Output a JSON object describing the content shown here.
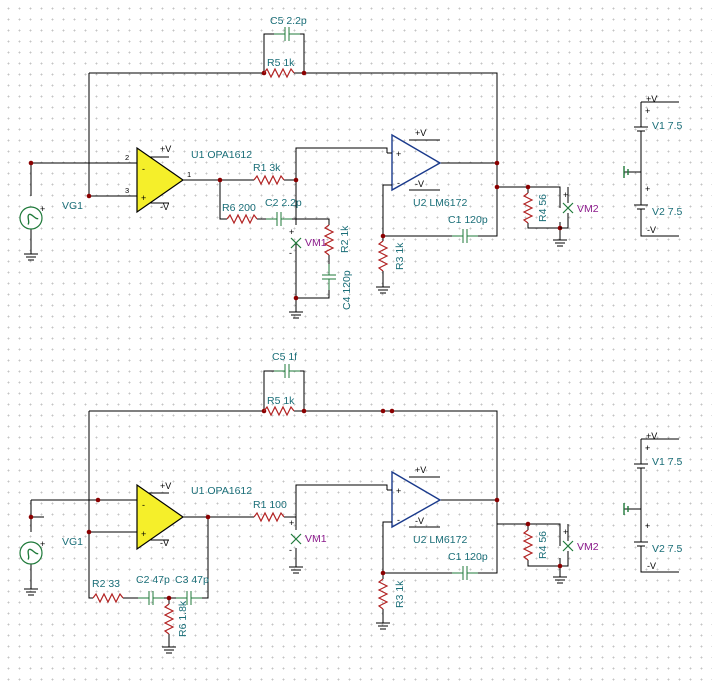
{
  "colors": {
    "wire": "#000000",
    "resistor": "#b22222",
    "capacitor": "#1f7a3a",
    "opamp_u1_fill": "#f5ef2a",
    "opamp_u2_outline": "#1a3a8c",
    "component_label": "#1a6e78",
    "meter_label": "#8b1a8b",
    "junction": "#8b0000"
  },
  "top": {
    "c5": "C5 2.2p",
    "r5": "R5 1k",
    "u1": "U1 OPA1612",
    "r1": "R1 3k",
    "r6": "R6 200",
    "c2": "C2 2.2p",
    "vm1": "VM1",
    "r2": "R2 1k",
    "c4": "C4 120p",
    "vg1": "VG1",
    "u2": "U2 LM6172",
    "c1": "C1 120p",
    "r3": "R3 1k",
    "r4": "R4 56",
    "vm2": "VM2",
    "v1": "V1 7.5",
    "v2": "V2 7.5"
  },
  "bottom": {
    "c5": "C5 1f",
    "r5": "R5 1k",
    "u1": "U1 OPA1612",
    "r1": "R1 100",
    "vm1": "VM1",
    "vg1": "VG1",
    "r2": "R2 33",
    "c2": "C2 47p",
    "c3": "C3 47p",
    "r6": "R6 1.8k",
    "u2": "U2 LM6172",
    "c1": "C1 120p",
    "r3": "R3 1k",
    "r4": "R4 56",
    "vm2": "VM2",
    "v1": "V1 7.5",
    "v2": "V2 7.5"
  },
  "signs": {
    "plus": "+",
    "minus": "-",
    "pos_rail": "+V",
    "neg_rail": "-V",
    "pin1": "1",
    "pin2": "2",
    "pin3": "3"
  }
}
